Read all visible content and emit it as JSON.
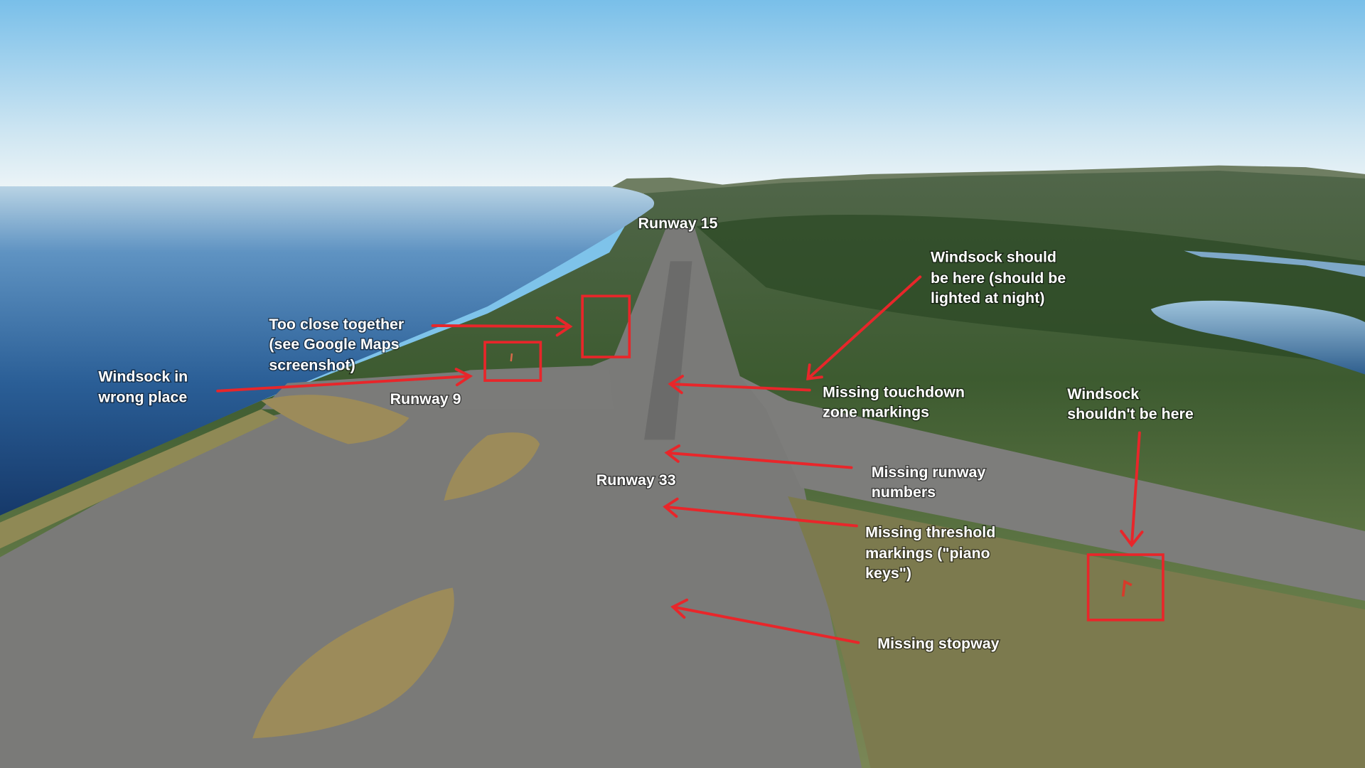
{
  "colors": {
    "annotation": "#e8262a",
    "label": "#ffffff"
  },
  "labels": {
    "runway_15": "Runway 15",
    "runway_9": "Runway 9",
    "runway_33": "Runway 33",
    "windsock_should_be_here": [
      "Windsock should",
      "be here (should be",
      "lighted at night)"
    ],
    "too_close_together": [
      "Too close together",
      "(see Google Maps",
      "screenshot)"
    ],
    "windsock_wrong_place": [
      "Windsock in",
      "wrong place"
    ],
    "missing_touchdown": [
      "Missing touchdown",
      "zone markings"
    ],
    "windsock_shouldnt_be_here": [
      "Windsock",
      "shouldn't be here"
    ],
    "missing_runway_numbers": [
      "Missing runway",
      "numbers"
    ],
    "missing_threshold": [
      "Missing threshold",
      "markings (\"piano",
      "keys\")"
    ],
    "missing_stopway": "Missing stopway"
  }
}
